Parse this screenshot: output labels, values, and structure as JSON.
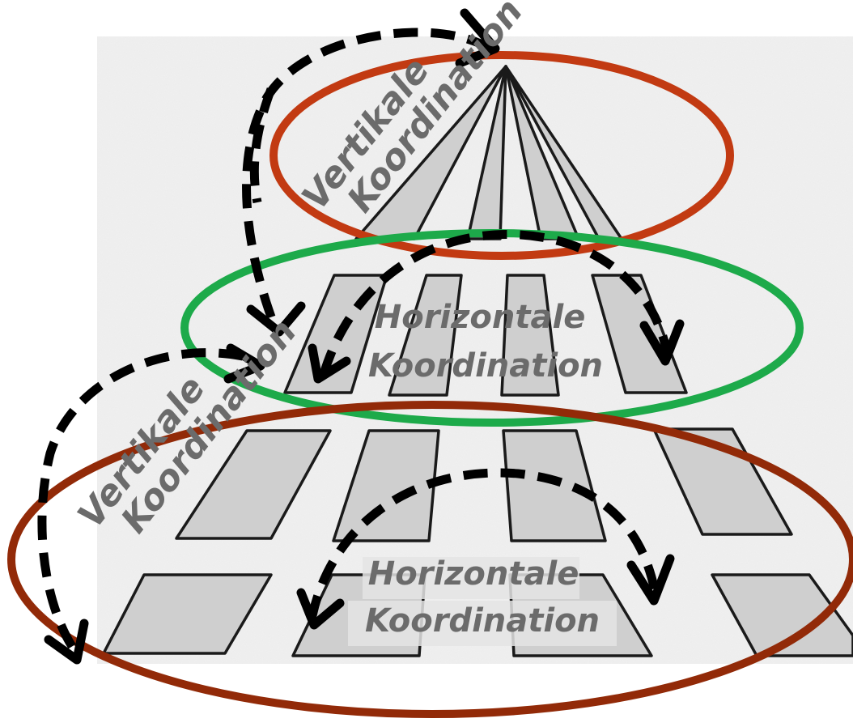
{
  "labels": {
    "vertical_top": [
      "Vertikale",
      "Koordination"
    ],
    "horizontal_middle": [
      "Horizontale",
      "Koordination"
    ],
    "vertical_left": [
      "Vertikale",
      "Koordination"
    ],
    "horizontal_bottom": [
      "Horizontale",
      "Koordination"
    ]
  },
  "colors": {
    "top_ellipse": "#c23a12",
    "middle_ellipse": "#1daa4a",
    "bottom_ellipse": "#922a08",
    "arrows": "#000000",
    "label_text": "#6b6b6b",
    "cell_fill": "#cfcfcf"
  }
}
